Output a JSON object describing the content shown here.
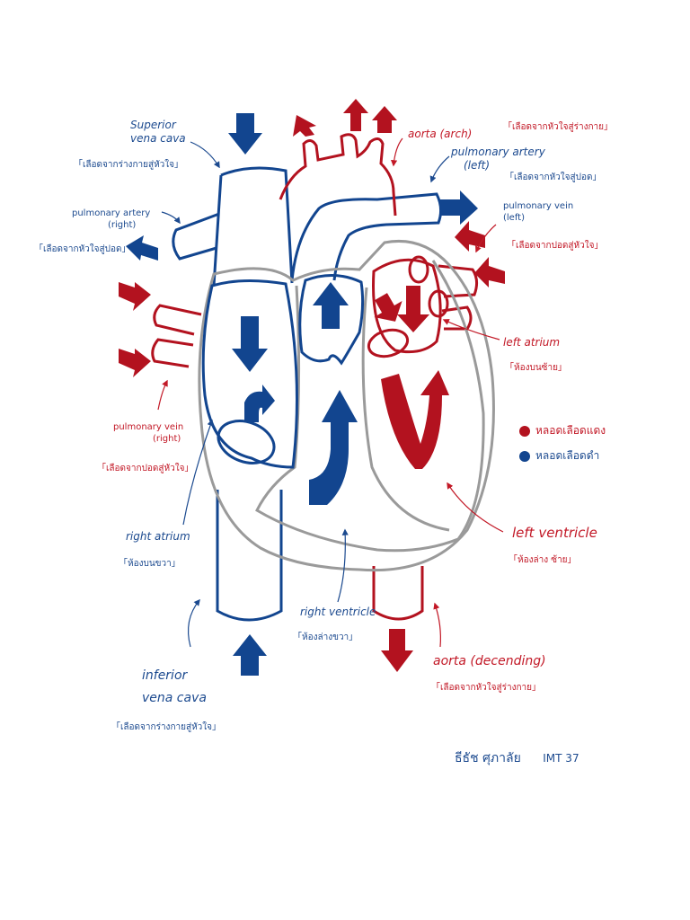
{
  "colors": {
    "oxygenated": "#b3121f",
    "deoxygenated": "#12458f",
    "outline_gray": "#9a9a9a",
    "label_blue": "#1c4a8f",
    "label_red": "#c21826"
  },
  "labels": {
    "superior_vena_cava": {
      "line1": "Superior",
      "line2": "vena cava",
      "thai": "「เลือดจากร่างกายสู่หัวใจ」"
    },
    "aorta_arch": {
      "line1": "aorta (arch)",
      "thai": "「เลือดจากหัวใจสู่ร่างกาย」"
    },
    "pulmonary_artery_left": {
      "line1": "pulmonary artery",
      "line2": "(left)",
      "thai": "「เลือดจากหัวใจสู่ปอด」"
    },
    "pulmonary_artery_right": {
      "line1": "pulmonary artery",
      "line2": "(right)",
      "thai": "「เลือดจากหัวใจสู่ปอด」"
    },
    "pulmonary_vein_left": {
      "line1": "pulmonary vein",
      "line2": "(left)",
      "thai": "「เลือดจากปอดสู่หัวใจ」"
    },
    "left_atrium": {
      "line1": "left atrium",
      "thai": "「ห้องบนซ้าย」"
    },
    "pulmonary_vein_right": {
      "line1": "pulmonary vein",
      "line2": "(right)",
      "thai": "「เลือดจากปอดสู่หัวใจ」"
    },
    "right_atrium": {
      "line1": "right atrium",
      "thai": "「ห้องบนขวา」"
    },
    "left_ventricle": {
      "line1": "left ventricle",
      "thai": "「ห้องล่าง ซ้าย」"
    },
    "right_ventricle": {
      "line1": "right ventricle",
      "thai": "「ห้องล่างขวา」"
    },
    "aorta_descending": {
      "line1": "aorta (decending)",
      "thai": "「เลือดจากหัวใจสู่ร่างกาย」"
    },
    "inferior_vena_cava": {
      "line1": "inferior",
      "line2": "vena cava",
      "thai": "「เลือดจากร่างกายสู่หัวใจ」"
    }
  },
  "legend": [
    {
      "label": "หลอดเลือดแดง",
      "color": "#b3121f"
    },
    {
      "label": "หลอดเลือดดำ",
      "color": "#12458f"
    }
  ],
  "signature": {
    "name": "ธีธัช ศุภาลัย",
    "suffix": "IMT 37"
  }
}
